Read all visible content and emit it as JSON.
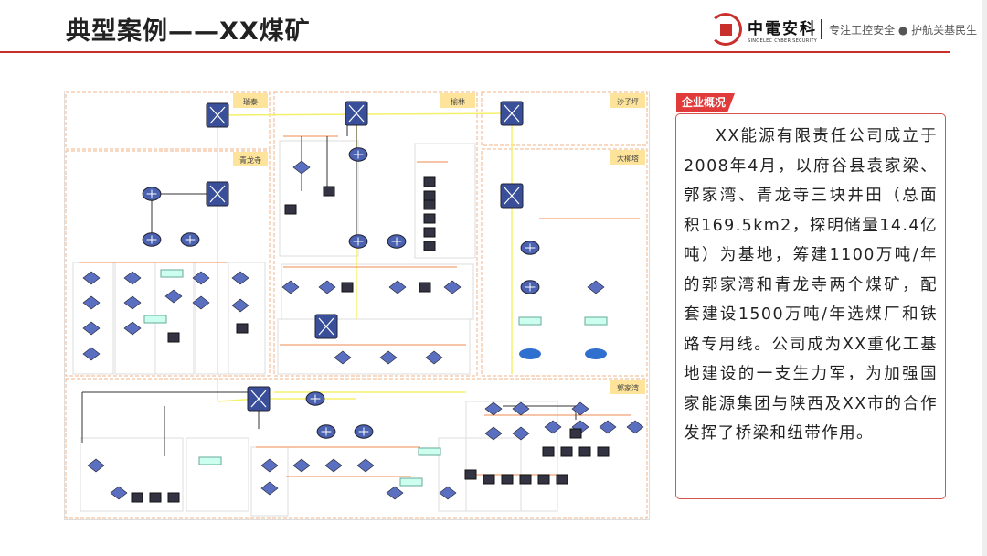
{
  "header": {
    "title": "典型案例——XX煤矿"
  },
  "logo": {
    "name_cn": "中電安科",
    "name_en": "SINOELEC CYBER SECURITY",
    "slogan": "专注工控安全 ● 护航关基民生",
    "brand_color": "#c9302c"
  },
  "diagram": {
    "regions": [
      {
        "label": "瑞泰"
      },
      {
        "label": "榆林"
      },
      {
        "label": "沙子坪"
      },
      {
        "label": "青龙寺"
      },
      {
        "label": "大柳塔"
      },
      {
        "label": "郭家湾"
      }
    ],
    "colors": {
      "region_border": "#f0b48a",
      "region_label_bg": "#fde49a",
      "ring_link": "#f5f06a",
      "lan_bus": "#f0a070",
      "device": "#3a4f9a"
    }
  },
  "overview": {
    "tab_label": "企业概况",
    "text": "XX能源有限责任公司成立于2008年4月，以府谷县袁家梁、郭家湾、青龙寺三块井田（总面积169.5km2，探明储量14.4亿吨）为基地，筹建1100万吨/年的郭家湾和青龙寺两个煤矿，配套建设1500万吨/年选煤厂和铁路专用线。公司成为XX重化工基地建设的一支生力军，为加强国家能源集团与陕西及XX市的合作发挥了桥梁和纽带作用。",
    "accent_color": "#e03a3a"
  }
}
